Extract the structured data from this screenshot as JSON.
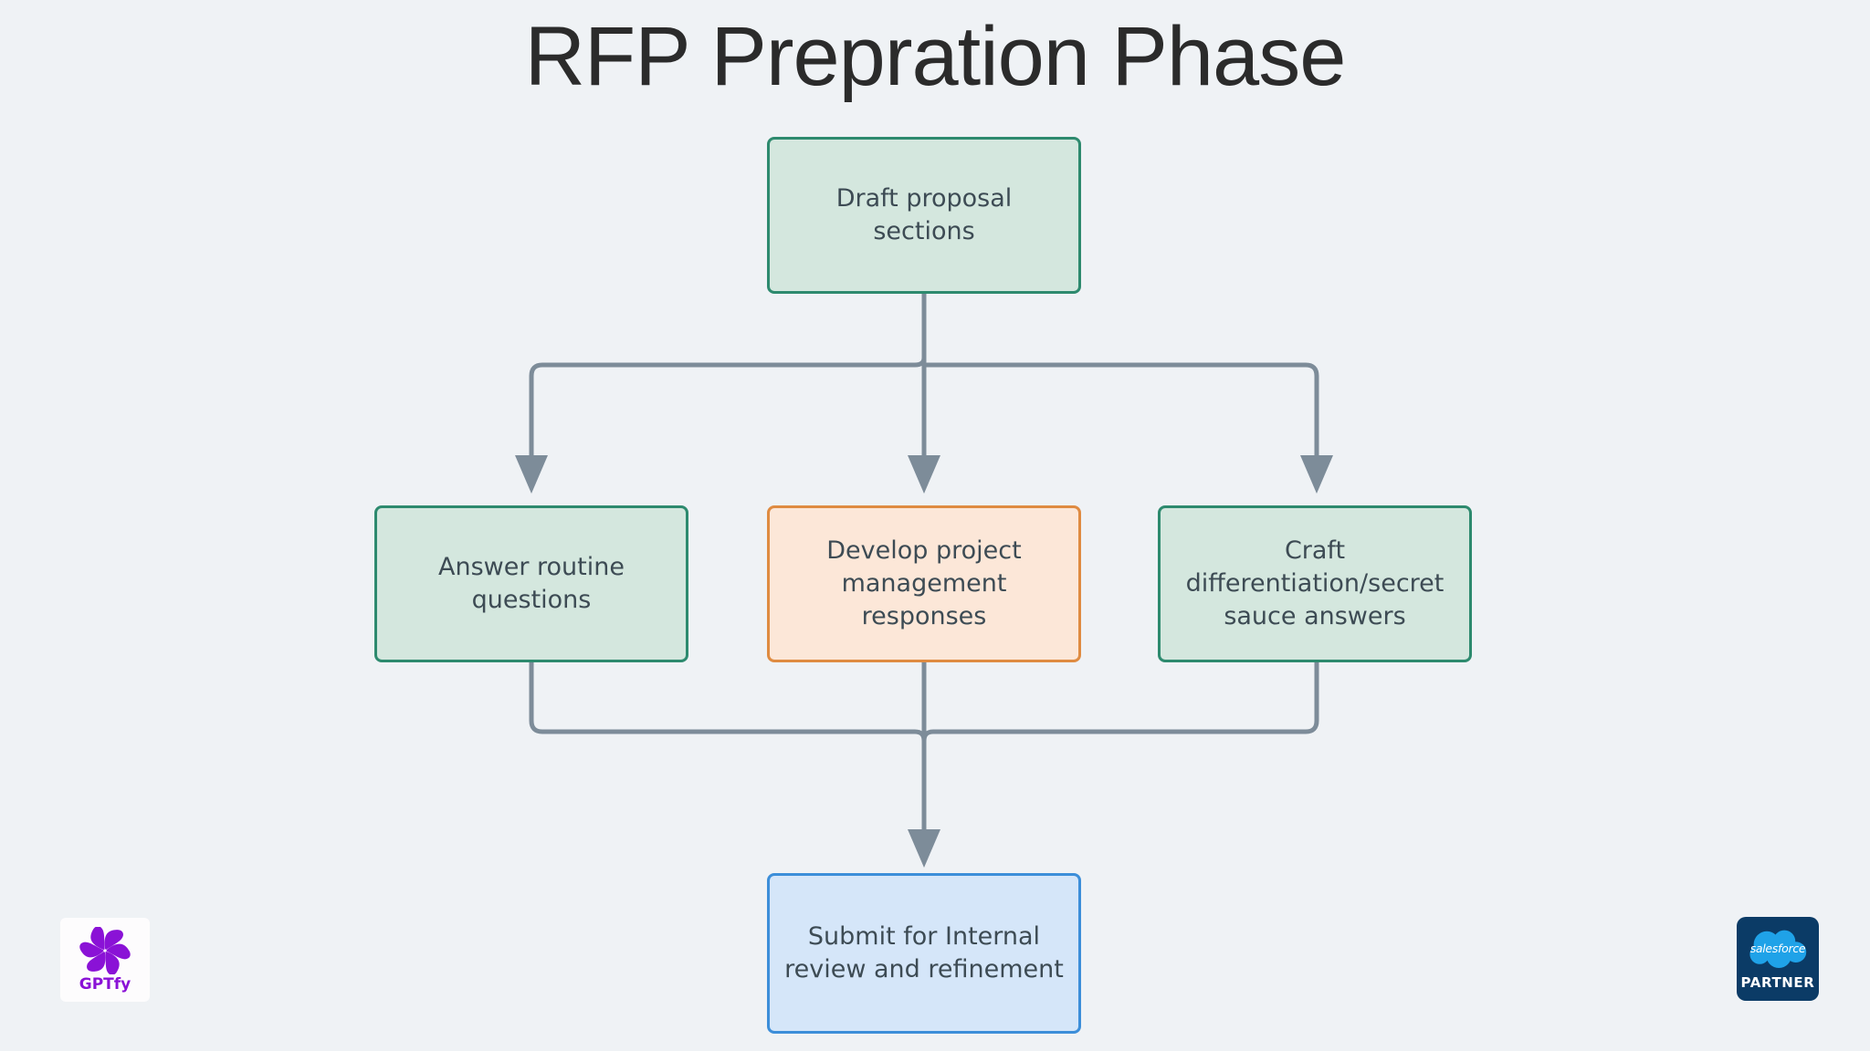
{
  "page": {
    "title": "RFP Prepration Phase",
    "background_color": "#eff2f5"
  },
  "diagram": {
    "type": "flowchart",
    "direction": "top-down",
    "connector_color": "#7d8c99",
    "nodes": [
      {
        "id": "draft",
        "label": "Draft proposal sections",
        "style": "green",
        "fill_color": "#d4e7de",
        "border_color": "#2d8a6e",
        "text_color": "#3d4b54"
      },
      {
        "id": "answer",
        "label": "Answer routine questions",
        "style": "green",
        "fill_color": "#d4e7de",
        "border_color": "#2d8a6e",
        "text_color": "#3d4b54"
      },
      {
        "id": "develop",
        "label": "Develop project management responses",
        "style": "orange",
        "fill_color": "#fce7d8",
        "border_color": "#df8b41",
        "text_color": "#3d4b54"
      },
      {
        "id": "craft",
        "label": "Craft differentiation/secret sauce answers",
        "style": "green",
        "fill_color": "#d4e7de",
        "border_color": "#2d8a6e",
        "text_color": "#3d4b54"
      },
      {
        "id": "submit",
        "label": "Submit for Internal review and refinement",
        "style": "blue",
        "fill_color": "#d5e6f9",
        "border_color": "#3c8ed9",
        "text_color": "#3d4b54"
      }
    ],
    "edges": [
      {
        "from": "draft",
        "to": "answer"
      },
      {
        "from": "draft",
        "to": "develop"
      },
      {
        "from": "draft",
        "to": "craft"
      },
      {
        "from": "answer",
        "to": "submit"
      },
      {
        "from": "develop",
        "to": "submit"
      },
      {
        "from": "craft",
        "to": "submit"
      }
    ]
  },
  "logos": {
    "gptfy": {
      "name": "GPTfy",
      "wordmark": "GPTfy",
      "mark_color": "#8a12d6",
      "background": "#fdfcfd"
    },
    "salesforce_partner": {
      "brand": "salesforce",
      "tier": "PARTNER",
      "background": "#0b3b66",
      "cloud_color": "#1fa2e8"
    }
  }
}
